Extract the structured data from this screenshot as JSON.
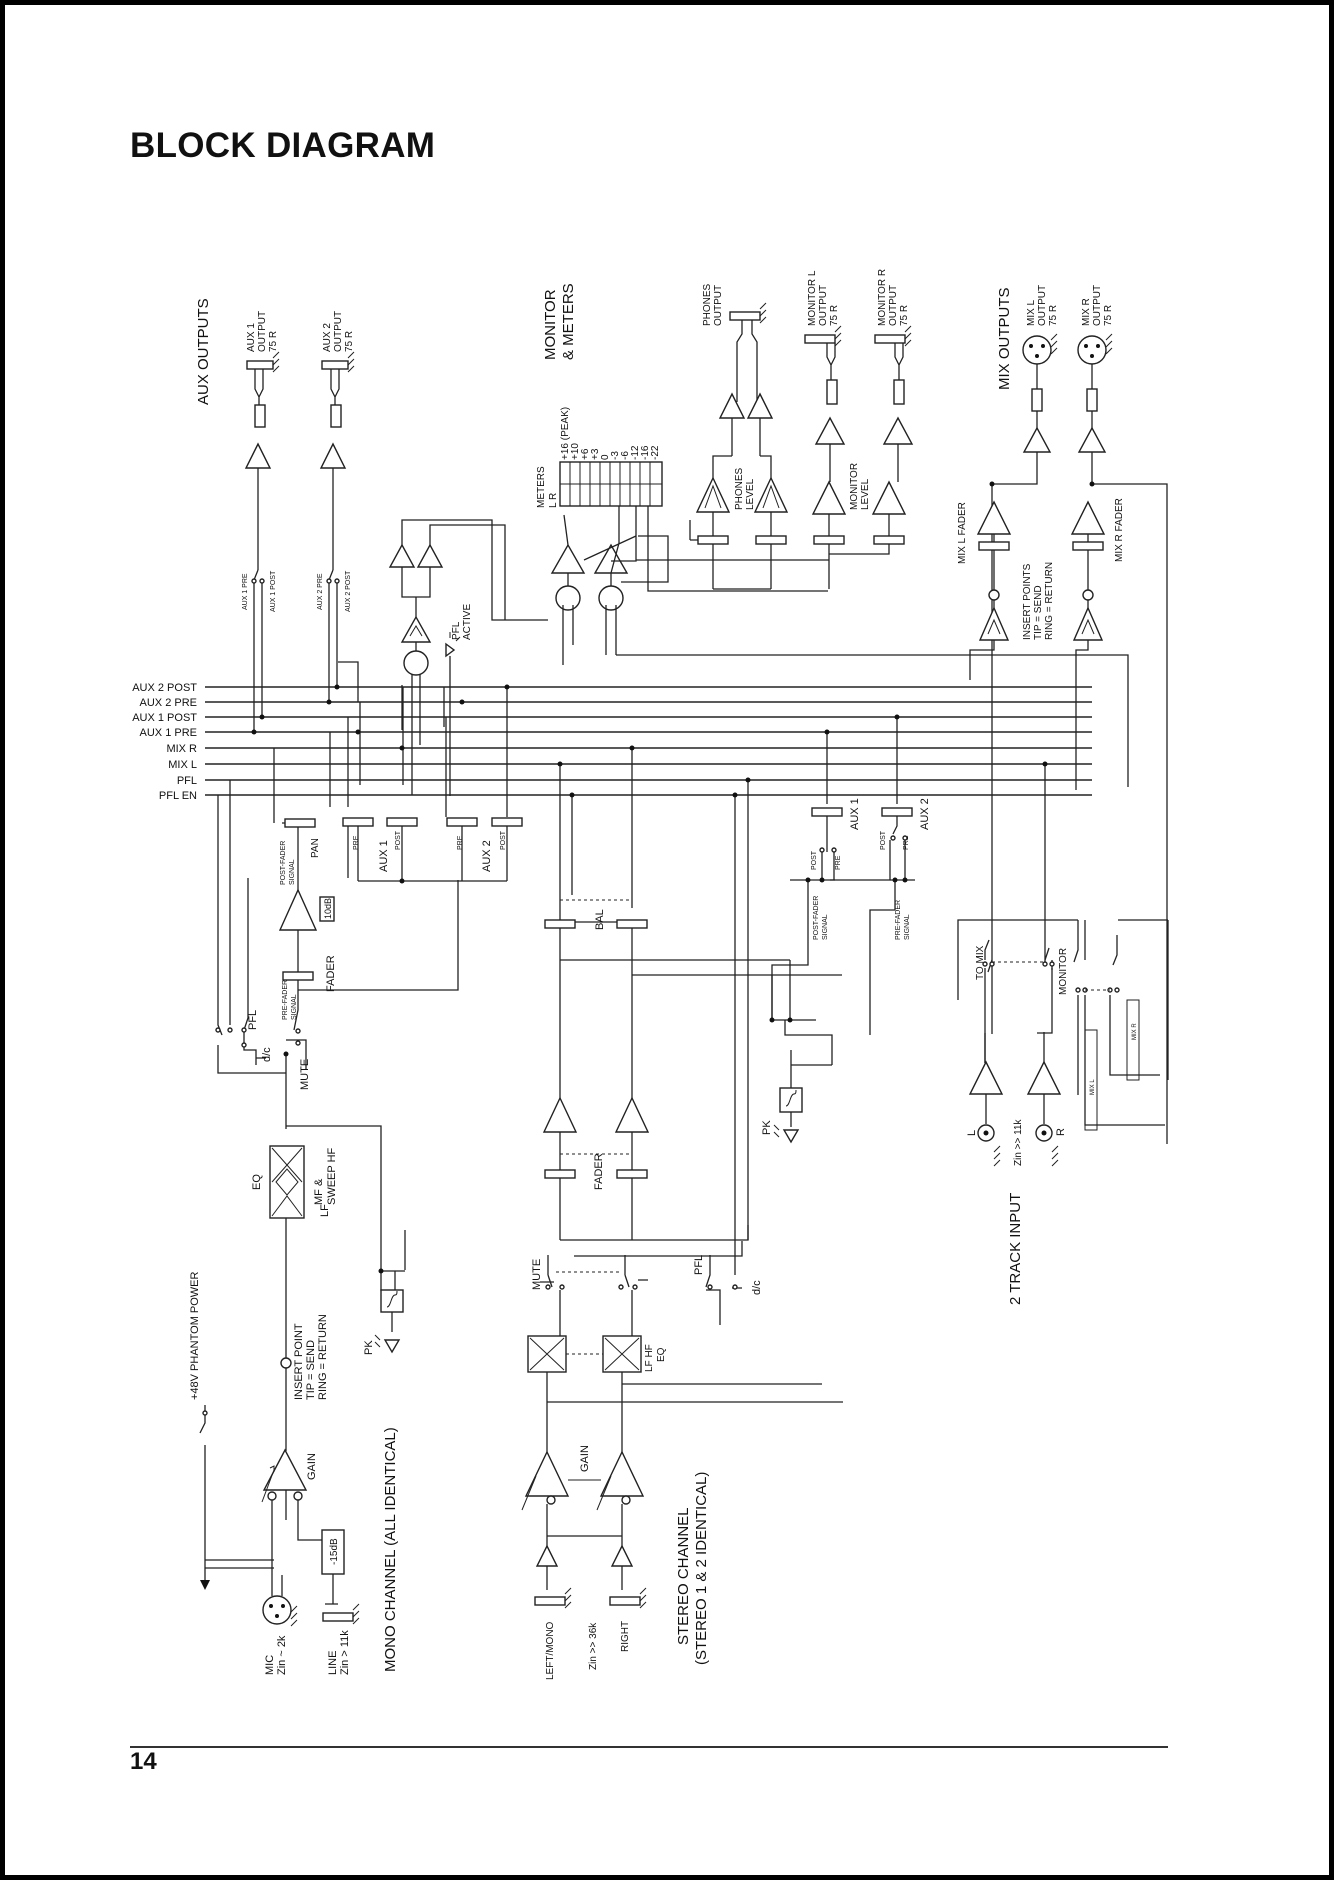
{
  "page": {
    "title": "BLOCK DIAGRAM",
    "page_number": "14"
  },
  "buses": [
    "AUX 2 POST",
    "AUX 2 PRE",
    "AUX 1 POST",
    "AUX 1 PRE",
    "MIX R",
    "MIX L",
    "PFL",
    "PFL EN"
  ],
  "sections": {
    "aux_outputs": "AUX OUTPUTS",
    "monitor_meters": [
      "MONITOR",
      "& METERS"
    ],
    "mix_outputs": "MIX OUTPUTS",
    "two_track_input": "2 TRACK INPUT",
    "mono_channel": "MONO CHANNEL (ALL IDENTICAL)",
    "stereo_channel": [
      "STEREO CHANNEL",
      "(STEREO 1 & 2 IDENTICAL)"
    ]
  },
  "outputs": {
    "aux1": [
      "AUX 1",
      "OUTPUT",
      "75 R"
    ],
    "aux2": [
      "AUX 2",
      "OUTPUT",
      "75 R"
    ],
    "phones": [
      "PHONES",
      "OUTPUT"
    ],
    "monitor_l": [
      "MONITOR L",
      "OUTPUT",
      "75 R"
    ],
    "monitor_r": [
      "MONITOR R",
      "OUTPUT",
      "75 R"
    ],
    "mix_l": [
      "MIX L",
      "OUTPUT",
      "75 R"
    ],
    "mix_r": [
      "MIX R",
      "OUTPUT",
      "75 R"
    ]
  },
  "meters": {
    "label": [
      "METERS",
      "L   R"
    ],
    "scale": [
      "+16 (PEAK)",
      "+10",
      "+6",
      "+3",
      "0",
      "-3",
      "-6",
      "-12",
      "-16",
      "-22"
    ]
  },
  "aux_taps": [
    "AUX 1 PRE",
    "AUX 1 POST",
    "AUX 2 PRE",
    "AUX 2 POST"
  ],
  "labels": {
    "pfl_active": [
      "PFL",
      "ACTIVE"
    ],
    "phones_level": [
      "PHONES",
      "LEVEL"
    ],
    "monitor_level": [
      "MONITOR",
      "LEVEL"
    ],
    "mix_l_fader": "MIX L FADER",
    "mix_r_fader": "MIX R FADER",
    "insert_points": [
      "INSERT POINTS",
      "TIP = SEND",
      "RING = RETURN"
    ],
    "pan": "PAN",
    "aux1": "AUX 1",
    "aux2": "AUX 2",
    "pre": "PRE",
    "post": "POST",
    "post_fader_signal": [
      "POST-FADER",
      "SIGNAL"
    ],
    "pre_fader_signal": [
      "PRE-FADER",
      "SIGNAL"
    ],
    "ten_db": "10dB",
    "fader": "FADER",
    "pfl": "PFL",
    "dc": "d/c",
    "mute": "MUTE",
    "eq": "EQ",
    "mf_sweep": [
      "MF &",
      "SWEEP HF"
    ],
    "lf": "LF",
    "pk": "PK",
    "phantom": "+48V PHANTOM POWER",
    "insert_point": [
      "INSERT POINT",
      "TIP = SEND",
      "RING = RETURN"
    ],
    "gain": "GAIN",
    "minus15db": "-15dB",
    "mic": [
      "MIC",
      "Zin ~ 2k"
    ],
    "line": [
      "LINE",
      "Zin > 11k"
    ],
    "bal": "BAL",
    "lf_hf_eq": [
      "LF  HF",
      "EQ"
    ],
    "left_mono": "LEFT/MONO",
    "zin_36k": "Zin >> 36k",
    "right": "RIGHT",
    "to_mix": "TO MIX",
    "monitor": "MONITOR",
    "mix_r_small": "MIX R",
    "mix_l_small": "MIX L",
    "l": "L",
    "r": "R",
    "zin_11k": "Zin >> 11k"
  }
}
